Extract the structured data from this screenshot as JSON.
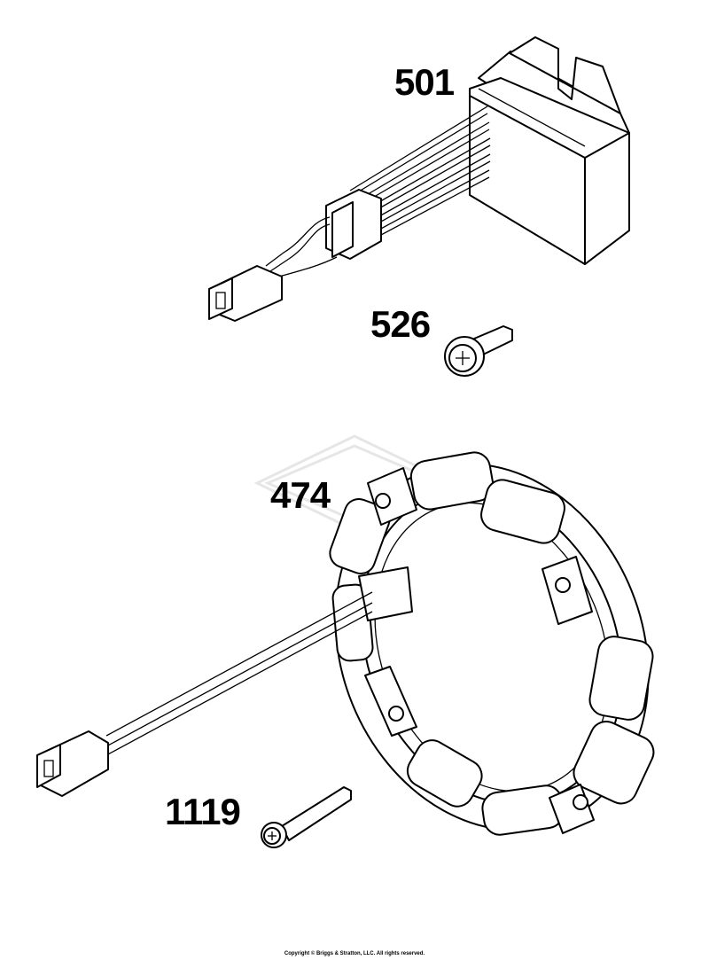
{
  "parts": {
    "regulator": {
      "number": "501"
    },
    "screw": {
      "number": "526"
    },
    "alternator": {
      "number": "474"
    },
    "bolt": {
      "number": "1119"
    }
  },
  "copyright": "Copyright © Briggs & Stratton, LLC. All rights reserved.",
  "watermark": {
    "icon": "briggs-stratton-logo-icon"
  },
  "colors": {
    "line": "#000000",
    "background": "#ffffff",
    "watermark": "#e6e6e6"
  }
}
